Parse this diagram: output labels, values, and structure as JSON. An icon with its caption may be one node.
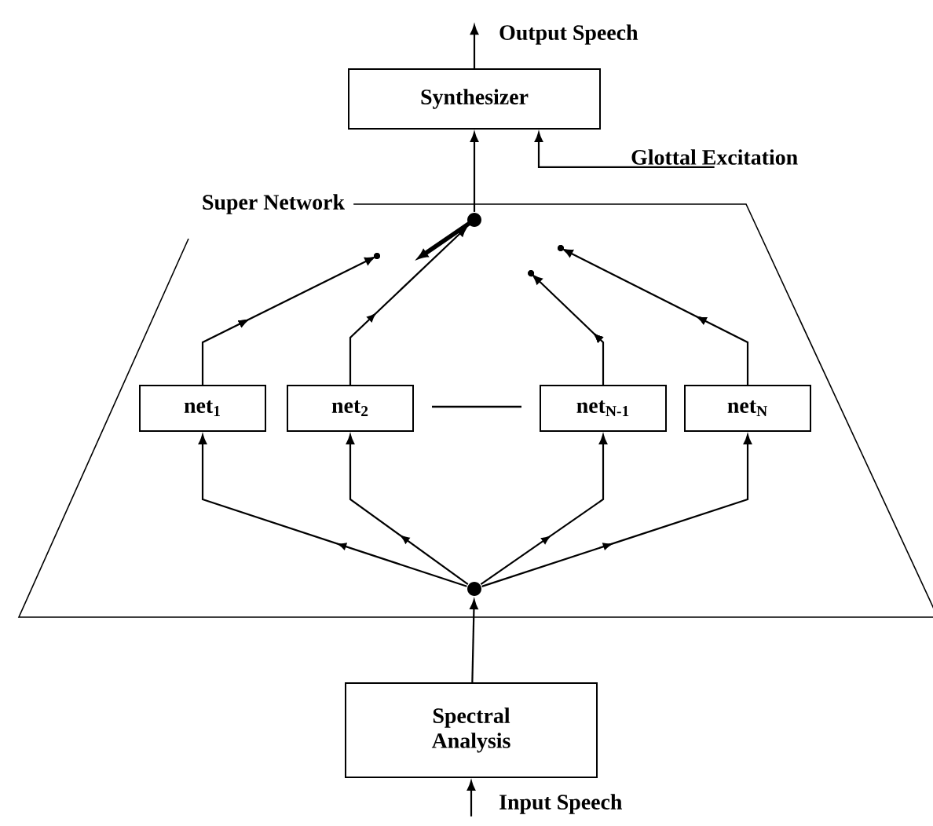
{
  "diagram": {
    "nodes": [
      {
        "text": [
          "Super Network"
        ]
      },
      {
        "text": [
          "Synthesizer"
        ]
      },
      {
        "text": [
          "Output Speech"
        ]
      },
      {
        "text": [
          "Glottal Excitation"
        ]
      },
      {
        "text": [],
        "shape": "circle",
        "in": 0
      },
      {
        "text": [],
        "shape": "circle",
        "in": 0
      },
      {
        "text": [
          "net$_{1}$"
        ],
        "in": 0
      },
      {
        "text": [
          "net$_{2}$"
        ],
        "in": 0
      },
      {
        "text": [
          "net$_{N-1}$"
        ],
        "in": 0
      },
      {
        "text": [
          "net$_{N}$"
        ],
        "in": 0
      },
      {
        "text": [
          "Spectral Analysis"
        ]
      },
      {
        "text": [
          "Input Speech"
        ]
      }
    ],
    "edges": [
      {
        "from": 1,
        "to": 2,
        "arrow": "to"
      },
      {
        "from": 3,
        "to": 1,
        "arrow": "to"
      },
      {
        "from": 4,
        "to": 1,
        "arrow": "to"
      },
      {
        "from": 11,
        "to": 10,
        "arrow": "to"
      },
      {
        "from": 10,
        "to": 5,
        "arrow": "to"
      },
      {
        "from": 5,
        "to": 6,
        "arrow": "to"
      },
      {
        "from": 5,
        "to": 7,
        "arrow": "to"
      },
      {
        "from": 5,
        "to": 8,
        "arrow": "to"
      },
      {
        "from": 5,
        "to": 9,
        "arrow": "to"
      },
      {
        "from": 6,
        "to": null,
        "arrow": "to"
      },
      {
        "from": 7,
        "to": 4,
        "arrow": "to"
      },
      {
        "from": 8,
        "to": null,
        "arrow": "to"
      },
      {
        "from": 9,
        "to": null,
        "arrow": "to"
      }
    ]
  }
}
